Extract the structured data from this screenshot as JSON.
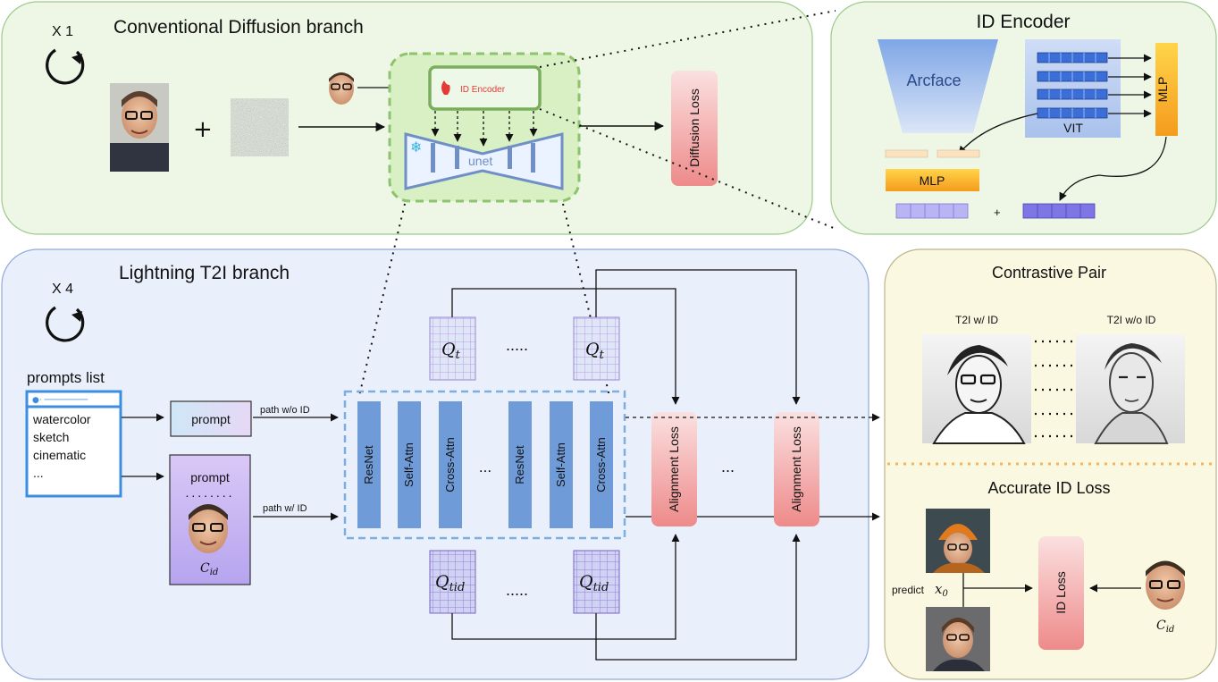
{
  "conventional": {
    "title": "Conventional Diffusion branch",
    "repeat": "X 1",
    "id_encoder": "ID Encoder",
    "unet": "unet",
    "diffusion_loss": "Diffusion Loss",
    "plus": "+"
  },
  "id_encoder_panel": {
    "title": "ID Encoder",
    "arcface": "Arcface",
    "vit": "VIT",
    "mlp_vertical": "MLP",
    "mlp_horizontal": "MLP",
    "plus": "+"
  },
  "lightning": {
    "title": "Lightning T2I branch",
    "repeat": "X 4",
    "prompts_list_title": "prompts list",
    "prompts": [
      "watercolor",
      "sketch",
      "cinematic",
      "..."
    ],
    "prompt_box_1": "prompt",
    "prompt_box_2": "prompt",
    "dots": "........",
    "cid": "C",
    "cid_sub": "id",
    "path_wo_id": "path w/o ID",
    "path_w_id": "path w/ ID",
    "blocks": [
      "ResNet",
      "Self-Attn",
      "Cross-Attn",
      "...",
      "ResNet",
      "Self-Attn",
      "Cross-Attn"
    ],
    "qt": "Q",
    "qt_sub": "t",
    "qtid": "Q",
    "qtid_sub": "tid",
    "ellipsis": ".....",
    "alignment_loss_1": "Alignment Loss",
    "alignment_loss_2": "Alignment Loss",
    "between_losses": "..."
  },
  "contrastive": {
    "title": "Contrastive Pair",
    "left_label": "T2I w/ ID",
    "right_label": "T2I w/o ID"
  },
  "accurate": {
    "title": "Accurate ID Loss",
    "predict": "predict",
    "x0": "x",
    "x0_sub": "0",
    "id_loss": "ID Loss",
    "cid": "C",
    "cid_sub": "id"
  },
  "colors": {
    "green_panel": "#eef7e6",
    "green_border": "#9cc98a",
    "blue_panel": "#eaf0fb",
    "blue_border": "#8fa9d9",
    "yellow_panel": "#fbf8e1",
    "red_loss": "#f19b9b",
    "block_blue": "#6f9bd8",
    "orange_mlp": "#f5ae2a"
  }
}
